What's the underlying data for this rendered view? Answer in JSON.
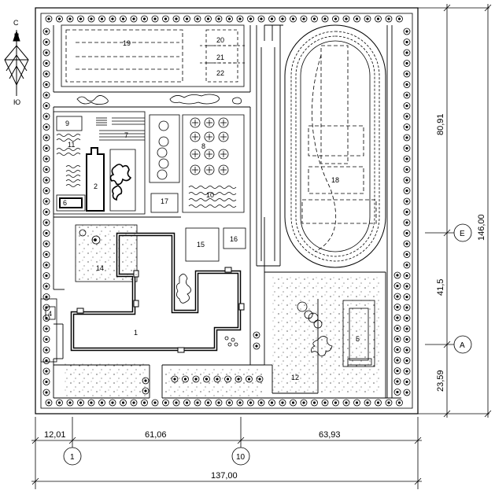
{
  "compass": {
    "north": "С",
    "south": "Ю"
  },
  "zones": {
    "z1": "1",
    "z2": "2",
    "z4": "4",
    "z5": "5",
    "z6": "6",
    "z7": "7",
    "z8": "8",
    "z9": "9",
    "z10": "10",
    "z11": "11",
    "z12": "12",
    "z14": "14",
    "z15": "15",
    "z16": "16",
    "z17": "17",
    "z18": "18",
    "z19": "19",
    "z20": "20",
    "z21": "21",
    "z22": "22"
  },
  "dimensions": {
    "bottom_seg1": "12,01",
    "bottom_seg2": "61,06",
    "bottom_seg3": "63,93",
    "bottom_total": "137,00",
    "right_seg1": "80,91",
    "right_seg2": "41,5",
    "right_seg3": "23,59",
    "right_total": "146,00"
  },
  "axes": {
    "a1": "1",
    "a10": "10",
    "aE": "Е",
    "aA": "А"
  }
}
